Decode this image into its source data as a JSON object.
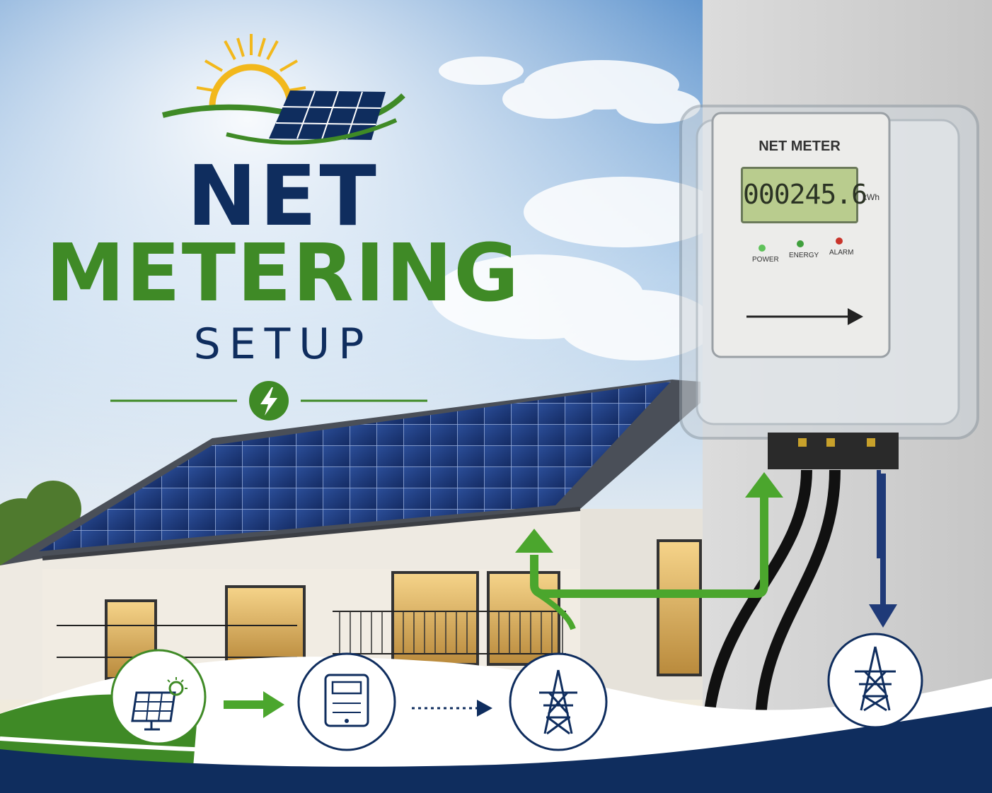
{
  "title": {
    "line1": "NET",
    "line2": "METERING",
    "line3": "SETUP"
  },
  "meter": {
    "label": "NET METER",
    "reading": "000245.6",
    "unit": "kWh",
    "indicators": [
      "POWER",
      "ENERGY",
      "ALARM"
    ]
  },
  "colors": {
    "navy": "#0f2d5e",
    "green": "#3f8a26",
    "sky_top": "#3f7fc4",
    "sun": "#f2b81c"
  },
  "icons": [
    "sun-icon",
    "solar-panel-icon",
    "lightning-bolt-icon",
    "meter-icon",
    "transmission-tower-icon",
    "arrow-right-icon"
  ]
}
